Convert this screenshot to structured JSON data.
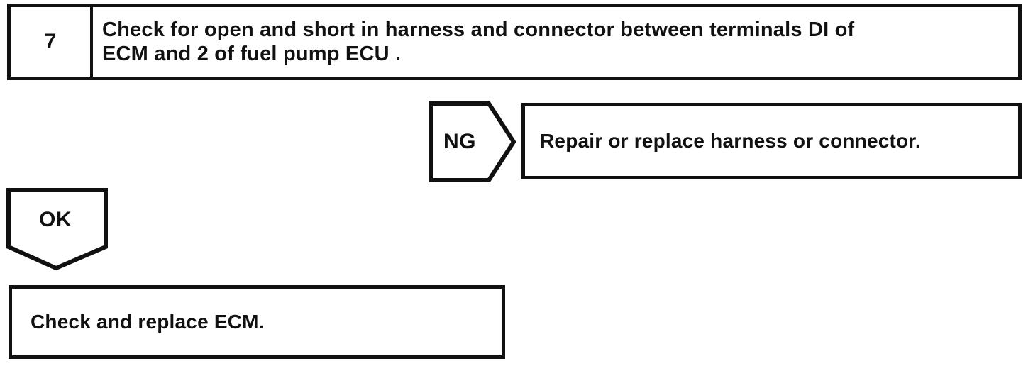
{
  "flowchart": {
    "step": {
      "number": "7",
      "instruction_line1": "Check for open and short in harness and connector between terminals DI of",
      "instruction_line2": "ECM and 2 of fuel pump ECU ."
    },
    "ng_branch": {
      "label": "NG",
      "action": "Repair or replace harness or connector."
    },
    "ok_branch": {
      "label": "OK",
      "action": "Check and replace ECM."
    },
    "colors": {
      "ink": "#111111",
      "paper": "#ffffff"
    }
  }
}
